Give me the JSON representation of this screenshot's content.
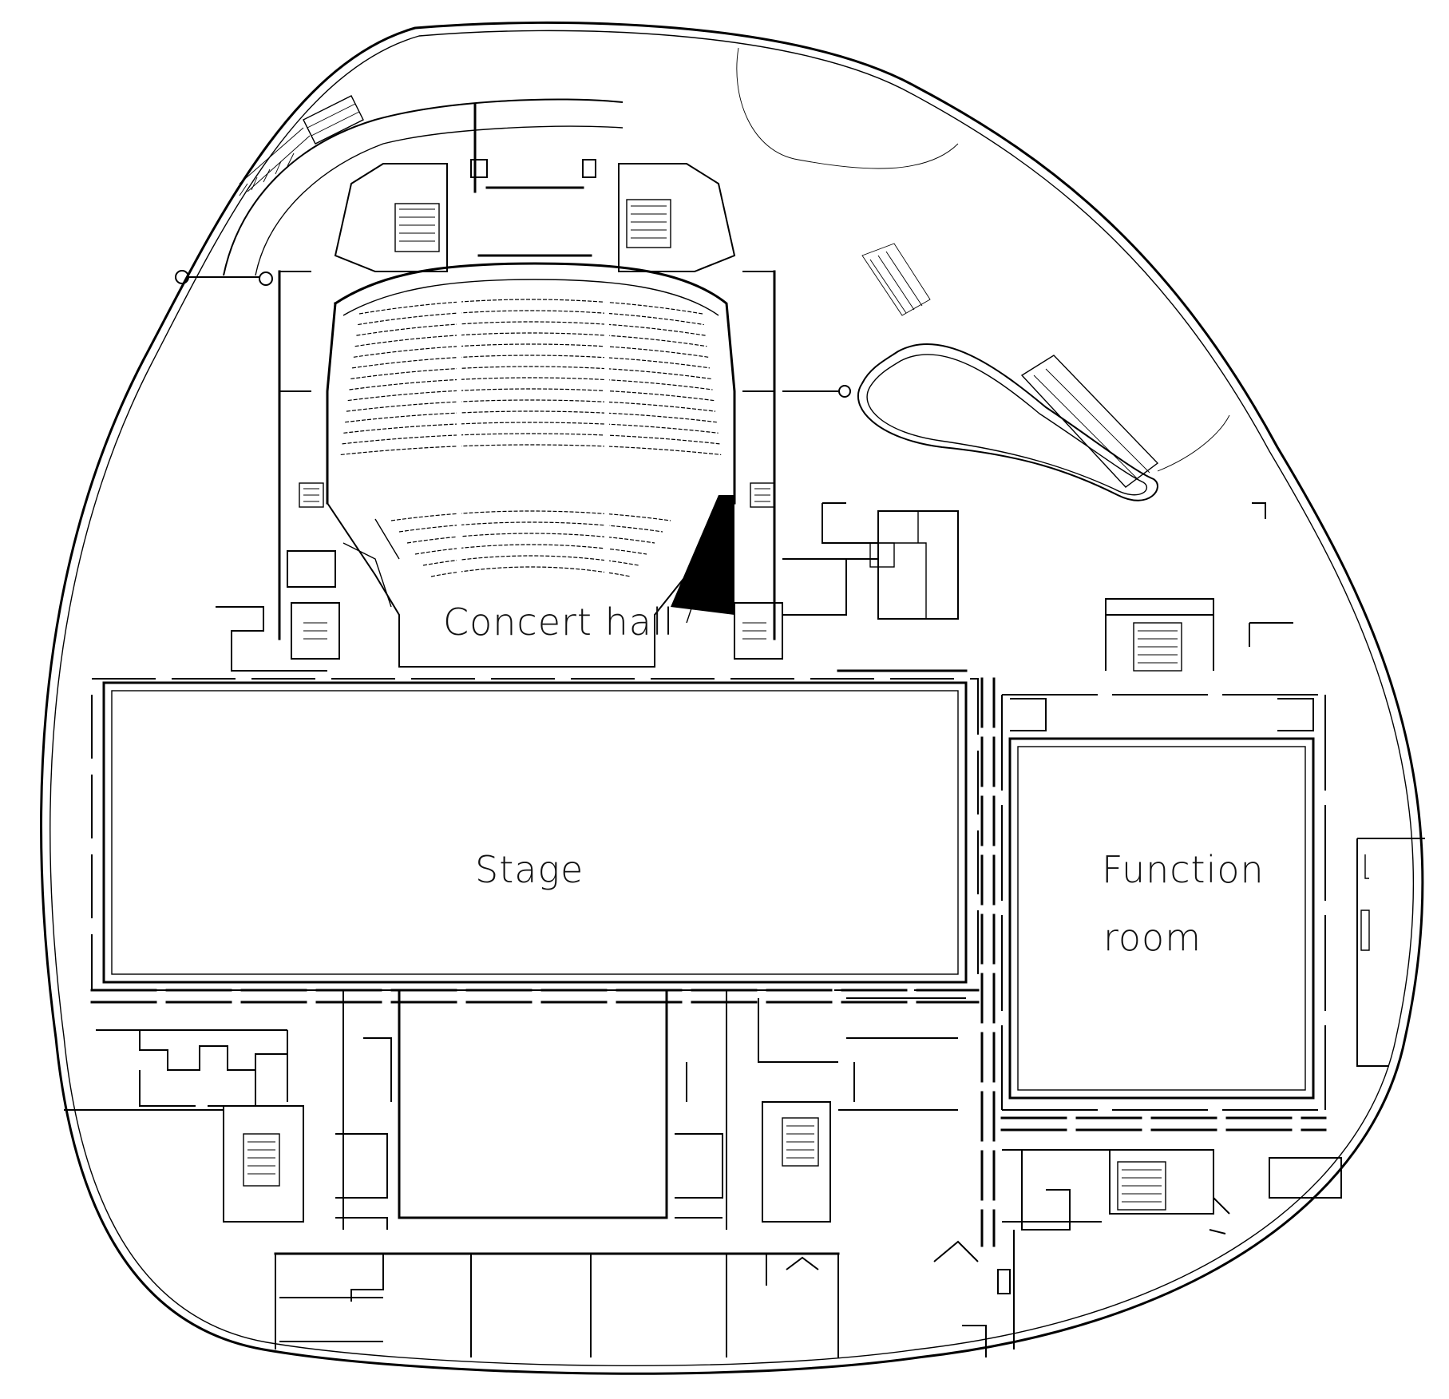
{
  "labels": {
    "concert_hall": "Concert hall",
    "stage": "Stage",
    "function_room_line1": "Function",
    "function_room_line2": "room"
  }
}
